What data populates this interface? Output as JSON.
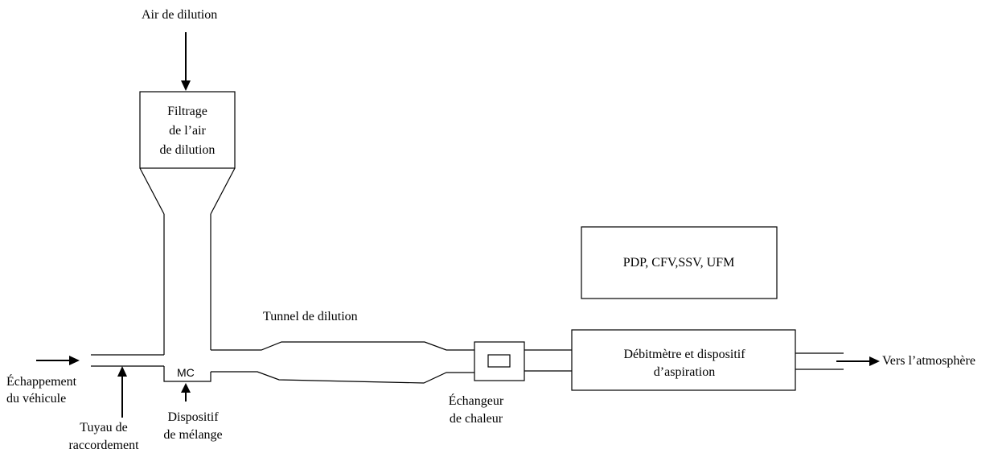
{
  "labels": {
    "air_dilution": "Air de dilution",
    "filter_line1": "Filtrage",
    "filter_line2": "de l’air",
    "filter_line3": "de dilution",
    "pdp_box": "PDP, CFV,SSV, UFM",
    "tunnel": "Tunnel de dilution",
    "flowmeter_line1": "Débitmètre et dispositif",
    "flowmeter_line2": "d’aspiration",
    "exhaust_line1": "Échappement",
    "exhaust_line2": "du véhicule",
    "pipe_line1": "Tuyau de",
    "pipe_line2": "raccordement",
    "mixing_code": "MC",
    "mixing_line1": "Dispositif",
    "mixing_line2": "de mélange",
    "exchanger_line1": "Échangeur",
    "exchanger_line2": "de chaleur",
    "atmosphere": "Vers l’atmosphère"
  }
}
